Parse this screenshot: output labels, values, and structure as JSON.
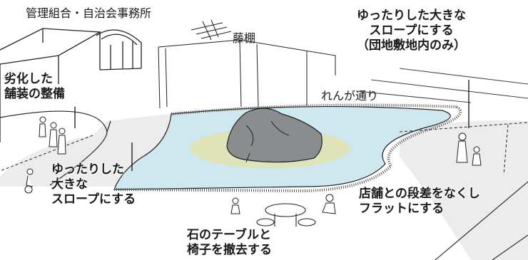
{
  "labels": {
    "management_building": "管理組合・自治会事務所",
    "wisteria_trellis": "藤棚",
    "brick_road": "れんが通り",
    "left_top": [
      "劣化した",
      "舗装の整備"
    ],
    "left_bottom": [
      "ゆったりした",
      "大きな",
      "スロープにする"
    ],
    "top_right": [
      "ゆったりした大きな",
      "スロープにする",
      "（団地敷地内のみ）"
    ],
    "bottom_center": [
      "石のテーブルと",
      "椅子を撤去する"
    ],
    "bottom_right": [
      "店舗との段差をなくし",
      "フラットにする"
    ]
  },
  "colors": {
    "pond": "#cfe7ee",
    "grass": "#dfe4b8",
    "rock": "#8a8d8e",
    "paving": "#ececec",
    "line": "#222222"
  }
}
